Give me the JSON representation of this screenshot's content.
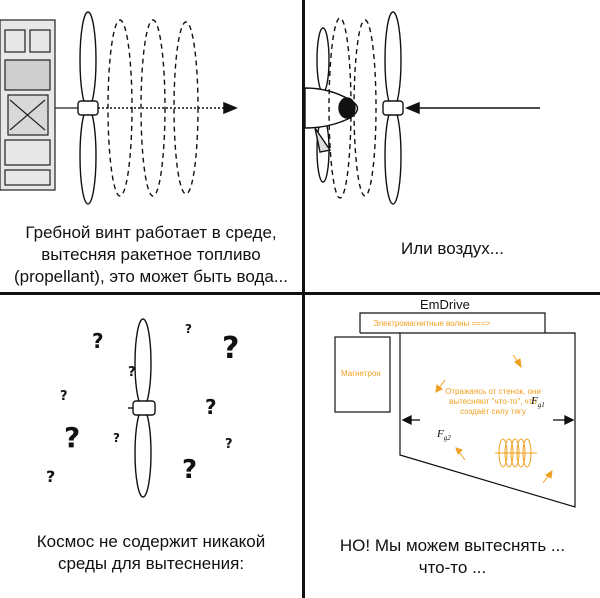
{
  "panel1": {
    "caption_lines": [
      "Гребной винт работает в среде,",
      "вытесняя ракетное топливо",
      "(propellant), это может быть вода..."
    ]
  },
  "panel2": {
    "caption_lines": [
      "Или воздух..."
    ]
  },
  "panel3": {
    "caption_lines": [
      "Космос не содержит никакой",
      "среды для вытеснения:"
    ],
    "question_mark": "?"
  },
  "panel4": {
    "title": "EmDrive",
    "waves_label": "Электромагнитные волны ===>",
    "magnetron_label": "Магнетрон",
    "reflect_lines": [
      "Отражаясь от стенок, они",
      "вытесняют \"что-то\", что",
      "создаёт силу тягу"
    ],
    "force1": "F",
    "force1_sub": "g1",
    "force2": "F",
    "force2_sub": "g2",
    "caption_lines": [
      "НО! Мы можем вытеснять ...",
      "что-то ..."
    ]
  },
  "colors": {
    "accent": "#f0a020",
    "ink": "#111111"
  }
}
